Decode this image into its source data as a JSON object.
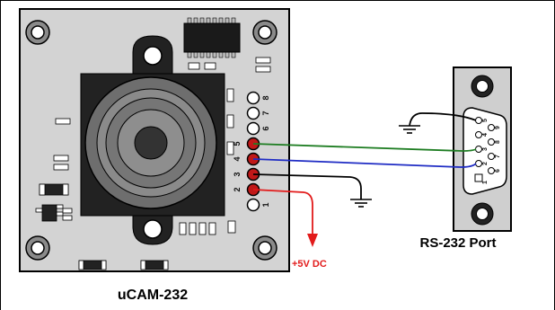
{
  "camera": {
    "label": "uCAM-232"
  },
  "port": {
    "label": "RS-232 Port"
  },
  "supply": {
    "label": "+5V DC"
  },
  "header_pins": [
    "8",
    "7",
    "6",
    "5",
    "4",
    "3",
    "2",
    "1"
  ],
  "db9_pins": [
    "1",
    "2",
    "3",
    "4",
    "5",
    "6",
    "7",
    "8",
    "9"
  ],
  "wires": [
    {
      "from_pin": "5",
      "to_pin": "3",
      "color": "#1e7d22"
    },
    {
      "from_pin": "4",
      "to_pin": "2",
      "color": "#1f2cc4"
    },
    {
      "from_pin": "3",
      "to": "ground",
      "color": "#000000"
    },
    {
      "from_pin": "2",
      "to": "+5V DC",
      "color": "#e21b1b"
    }
  ],
  "ground_wire": {
    "from_pin": "5",
    "to": "ground",
    "color": "#000000"
  },
  "colors": {
    "board": "#d3d3d3",
    "lens_block": "#222222",
    "connector_body": "#cfcfcf"
  }
}
